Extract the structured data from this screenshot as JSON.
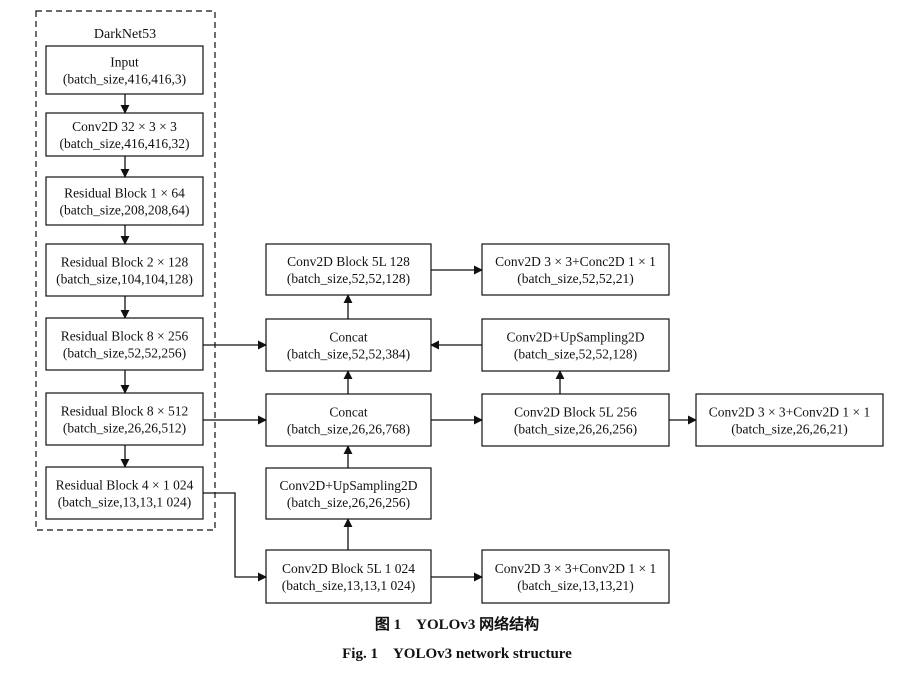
{
  "backbone": {
    "title": "DarkNet53"
  },
  "nodes": {
    "input": [
      "Input",
      "(batch_size,416,416,3)"
    ],
    "conv2d_32": [
      "Conv2D 32 × 3 × 3",
      "(batch_size,416,416,32)"
    ],
    "res_1x64": [
      "Residual Block 1 × 64",
      "(batch_size,208,208,64)"
    ],
    "res_2x128": [
      "Residual Block 2 × 128",
      "(batch_size,104,104,128)"
    ],
    "res_8x256": [
      "Residual Block 8 × 256",
      "(batch_size,52,52,256)"
    ],
    "res_8x512": [
      "Residual Block 8 × 512",
      "(batch_size,26,26,512)"
    ],
    "res_4x1024": [
      "Residual Block 4 × 1 024",
      "(batch_size,13,13,1 024)"
    ],
    "conv_block_5l_128": [
      "Conv2D Block 5L 128",
      "(batch_size,52,52,128)"
    ],
    "concat_52": [
      "Concat",
      "(batch_size,52,52,384)"
    ],
    "concat_26": [
      "Concat",
      "(batch_size,26,26,768)"
    ],
    "upsample_26": [
      "Conv2D+UpSampling2D",
      "(batch_size,26,26,256)"
    ],
    "conv_block_5l_1024": [
      "Conv2D Block 5L 1 024",
      "(batch_size,13,13,1 024)"
    ],
    "head_52": [
      "Conv2D 3 × 3+Conc2D 1 × 1",
      "(batch_size,52,52,21)"
    ],
    "upsample_52": [
      "Conv2D+UpSampling2D",
      "(batch_size,52,52,128)"
    ],
    "conv_block_5l_256": [
      "Conv2D Block 5L 256",
      "(batch_size,26,26,256)"
    ],
    "head_13": [
      "Conv2D 3 × 3+Conv2D 1 × 1",
      "(batch_size,13,13,21)"
    ],
    "head_26": [
      "Conv2D 3 × 3+Conv2D 1 × 1",
      "(batch_size,26,26,21)"
    ]
  },
  "caption": {
    "cn": "图 1　YOLOv3 网络结构",
    "en": "Fig. 1　YOLOv3 network structure"
  }
}
